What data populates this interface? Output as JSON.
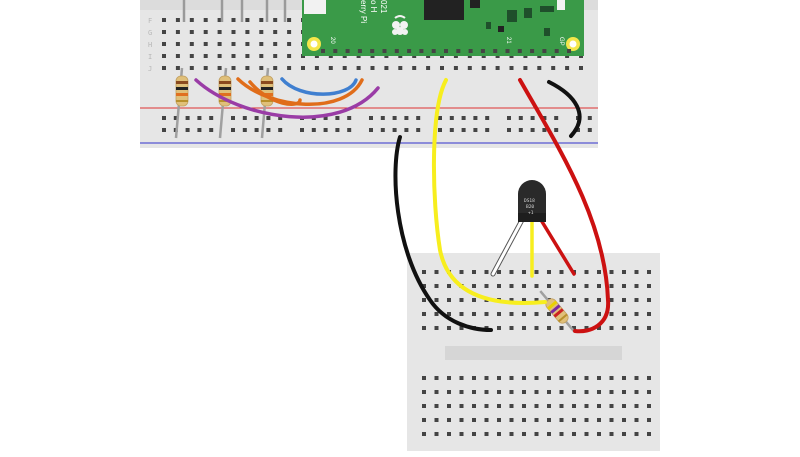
{
  "breadboard_main": {
    "row_letters": [
      "F",
      "G",
      "H",
      "I",
      "J"
    ]
  },
  "pico": {
    "silkscreen_lines": [
      "erry Pi",
      "o H",
      "021"
    ],
    "pin_labels": [
      "20",
      "21",
      "GP"
    ]
  },
  "sensor": {
    "marking_lines": [
      "DS18",
      "B20",
      "+1"
    ]
  },
  "colors": {
    "breadboard": "#e6e6e6",
    "pico_pcb": "#3a9a48",
    "wire_black": "#111111",
    "wire_red": "#cc1111",
    "wire_yellow": "#f7ee1e",
    "wire_white": "#ffffff",
    "wire_blue": "#3f7fd0",
    "wire_orange": "#e06d1a",
    "wire_purple": "#9a3ca6",
    "rail_red": "#dd3333",
    "rail_blue": "#3333cc"
  }
}
